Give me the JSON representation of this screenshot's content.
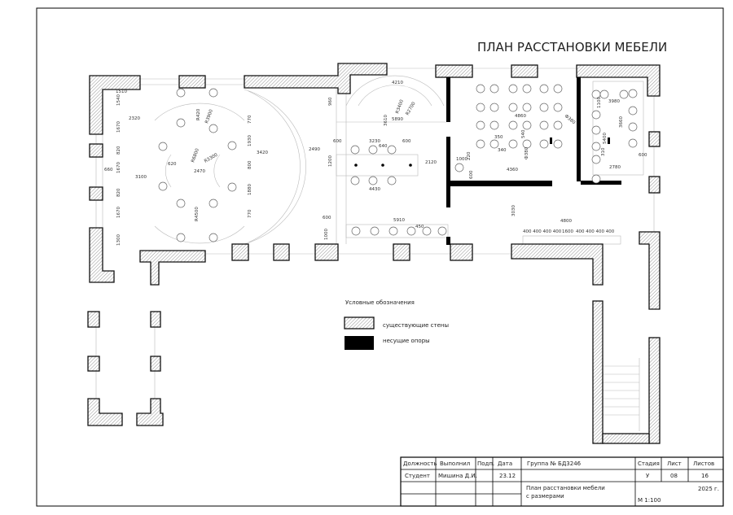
{
  "title": "ПЛАН РАССТАНОВКИ МЕБЕЛИ",
  "legend": {
    "heading": "Условные обозначения",
    "items": [
      {
        "label": "существующие стены",
        "style": "hatch"
      },
      {
        "label": "несущие опоры",
        "style": "solid",
        "color": "#000000"
      }
    ]
  },
  "dimensions": [
    "1510",
    "1540",
    "2320",
    "1670",
    "820",
    "660",
    "1670",
    "3100",
    "820",
    "1670",
    "1300",
    "620",
    "2470",
    "R4500",
    "R3900",
    "R420",
    "R6800",
    "R3300",
    "770",
    "1930",
    "3420",
    "800",
    "1880",
    "770",
    "2490",
    "960",
    "1200",
    "600",
    "1000",
    "600",
    "4210",
    "R3400",
    "R2700",
    "5890",
    "3610",
    "3230",
    "640",
    "600",
    "2120",
    "4430",
    "5910",
    "450",
    "1000",
    "220",
    "600",
    "4360",
    "350",
    "340",
    "4860",
    "540",
    "Ф380",
    "Ф380",
    "1100",
    "3980",
    "3660",
    "5400",
    "310",
    "2780",
    "600",
    "3030",
    "4800",
    "400 400 400 400",
    "1600",
    "400 400 400 400"
  ],
  "title_block": {
    "headers": [
      "Должность",
      "Выполнил",
      "Подп.",
      "Дата"
    ],
    "row": [
      "Студент",
      "Мишина Д.И.",
      "",
      "23.12"
    ],
    "group": "Группа № БД3246",
    "sheet_headers": [
      "Стадия",
      "Лист",
      "Листов"
    ],
    "sheet_values": [
      "У",
      "08",
      "16"
    ],
    "drawing_name_1": "План расстановки мебели",
    "drawing_name_2": "с размерами",
    "year": "2025 г.",
    "scale": "М 1:100"
  }
}
